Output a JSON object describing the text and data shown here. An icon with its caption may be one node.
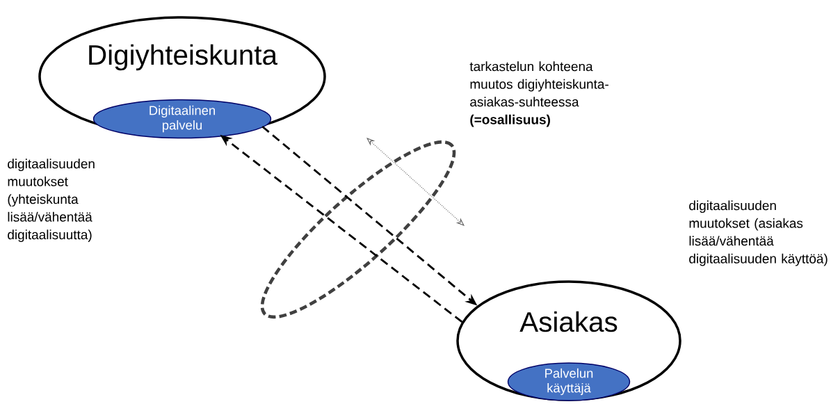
{
  "diagram": {
    "nodes": [
      {
        "text": [
          "Digiyhteiskunta"
        ]
      },
      {
        "text": [
          "Digitaalinen palvelu"
        ],
        "in": 0
      },
      {
        "text": [
          "Asiakas"
        ]
      },
      {
        "text": [
          "Palvelun käyttäjä"
        ],
        "in": 2
      }
    ],
    "edges": [
      {
        "from": 0,
        "to": 2,
        "arrow": "to",
        "style": "dashed"
      },
      {
        "from": 2,
        "to": 0,
        "arrow": "to",
        "style": "dashed"
      }
    ],
    "labels": [
      "tarkastelun kohteena muutos digiyhteiskunta-asiakas-suhteessa **(=osallisuus)**",
      "digitaalisuuden muutokset (yhteiskunta lisää/vähentää digitaalisuutta)",
      "digitaalisuuden muutokset (asiakas lisää/vähentää digitaalisuuden käyttöä)"
    ]
  }
}
